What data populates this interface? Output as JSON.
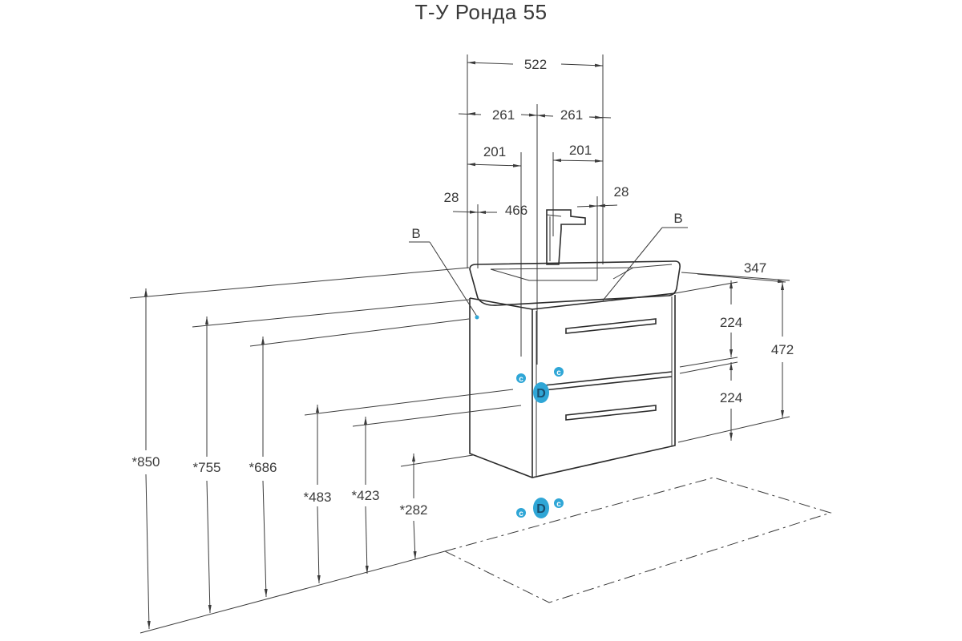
{
  "title": "Т-У Ронда 55",
  "dimensions": {
    "total_width": "522",
    "half_left": "261",
    "half_right": "261",
    "offset_left": "201",
    "offset_right": "201",
    "edge_left": "28",
    "edge_right": "28",
    "inner_width": "466",
    "depth": "347",
    "drawer_top": "224",
    "drawer_bottom": "224",
    "body_height": "472",
    "h850": "*850",
    "h755": "*755",
    "h686": "*686",
    "h483": "*483",
    "h423": "*423",
    "h282": "*282"
  },
  "labels": {
    "b_left": "B",
    "b_right": "B",
    "c": "c",
    "d": "D"
  },
  "colors": {
    "line": "#3a3a3a",
    "marker": "#2fa6d6"
  }
}
